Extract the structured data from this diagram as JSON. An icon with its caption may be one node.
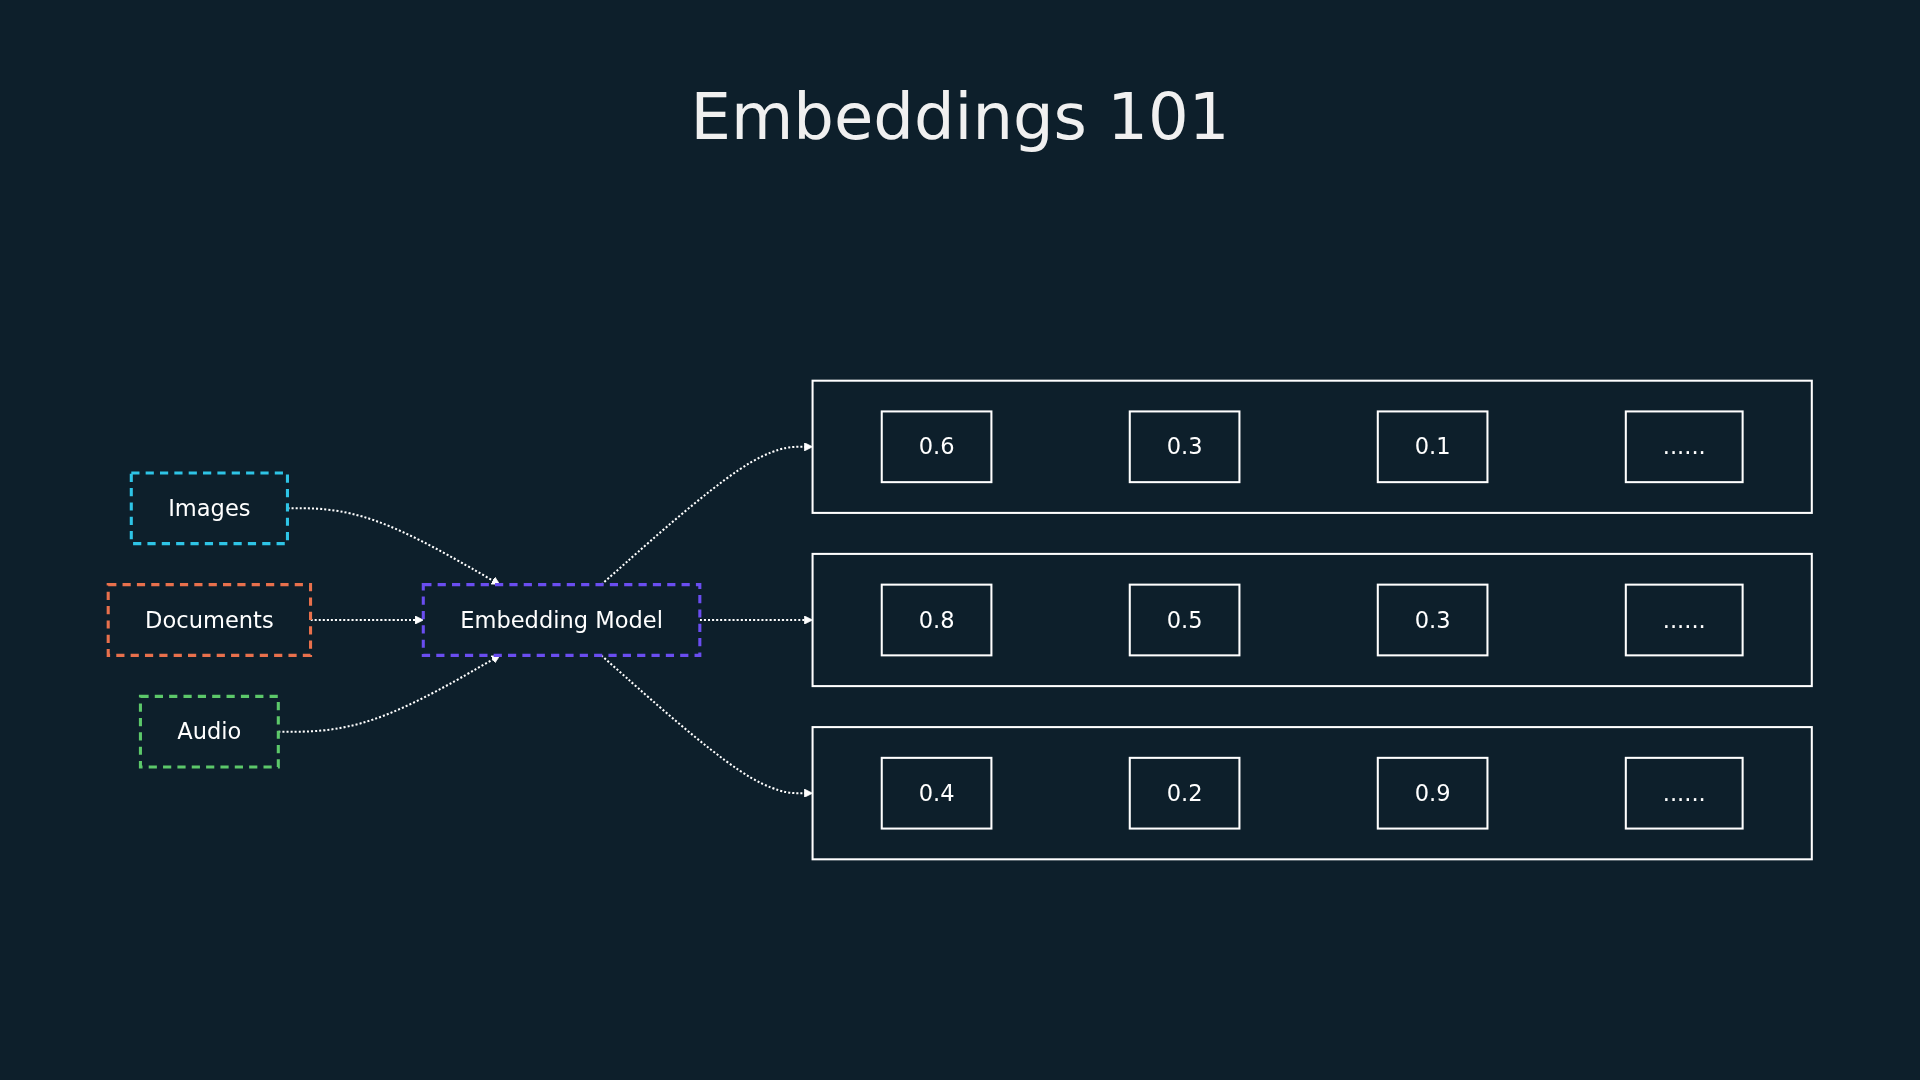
{
  "diagram": {
    "title": "Embeddings 101",
    "nodes": [
      {
        "text": [
          "Images"
        ]
      },
      {
        "text": [
          "Documents"
        ]
      },
      {
        "text": [
          "Audio"
        ]
      },
      {
        "text": [
          "Embedding Model"
        ]
      },
      {
        "text": [],
        "shape": "box"
      },
      {
        "text": [
          "0.6"
        ],
        "in": 4
      },
      {
        "text": [
          "0.3"
        ],
        "in": 4
      },
      {
        "text": [
          "0.1"
        ],
        "in": 4
      },
      {
        "text": [
          "......"
        ],
        "in": 4
      },
      {
        "text": [],
        "shape": "box"
      },
      {
        "text": [
          "0.8"
        ],
        "in": 9
      },
      {
        "text": [
          "0.5"
        ],
        "in": 9
      },
      {
        "text": [
          "0.3"
        ],
        "in": 9
      },
      {
        "text": [
          "......"
        ],
        "in": 9
      },
      {
        "text": [],
        "shape": "box"
      },
      {
        "text": [
          "0.4"
        ],
        "in": 14
      },
      {
        "text": [
          "0.2"
        ],
        "in": 14
      },
      {
        "text": [
          "0.9"
        ],
        "in": 14
      },
      {
        "text": [
          "......"
        ],
        "in": 14
      }
    ],
    "edges": [
      {
        "from": 0,
        "to": 3,
        "arrow": "to",
        "style": "dashed"
      },
      {
        "from": 1,
        "to": 3,
        "arrow": "to",
        "style": "dashed"
      },
      {
        "from": 2,
        "to": 3,
        "arrow": "to",
        "style": "dashed"
      },
      {
        "from": 3,
        "to": 4,
        "arrow": "to",
        "style": "dashed"
      },
      {
        "from": 3,
        "to": 9,
        "arrow": "to",
        "style": "dashed"
      },
      {
        "from": 3,
        "to": 14,
        "arrow": "to",
        "style": "dashed"
      }
    ]
  }
}
